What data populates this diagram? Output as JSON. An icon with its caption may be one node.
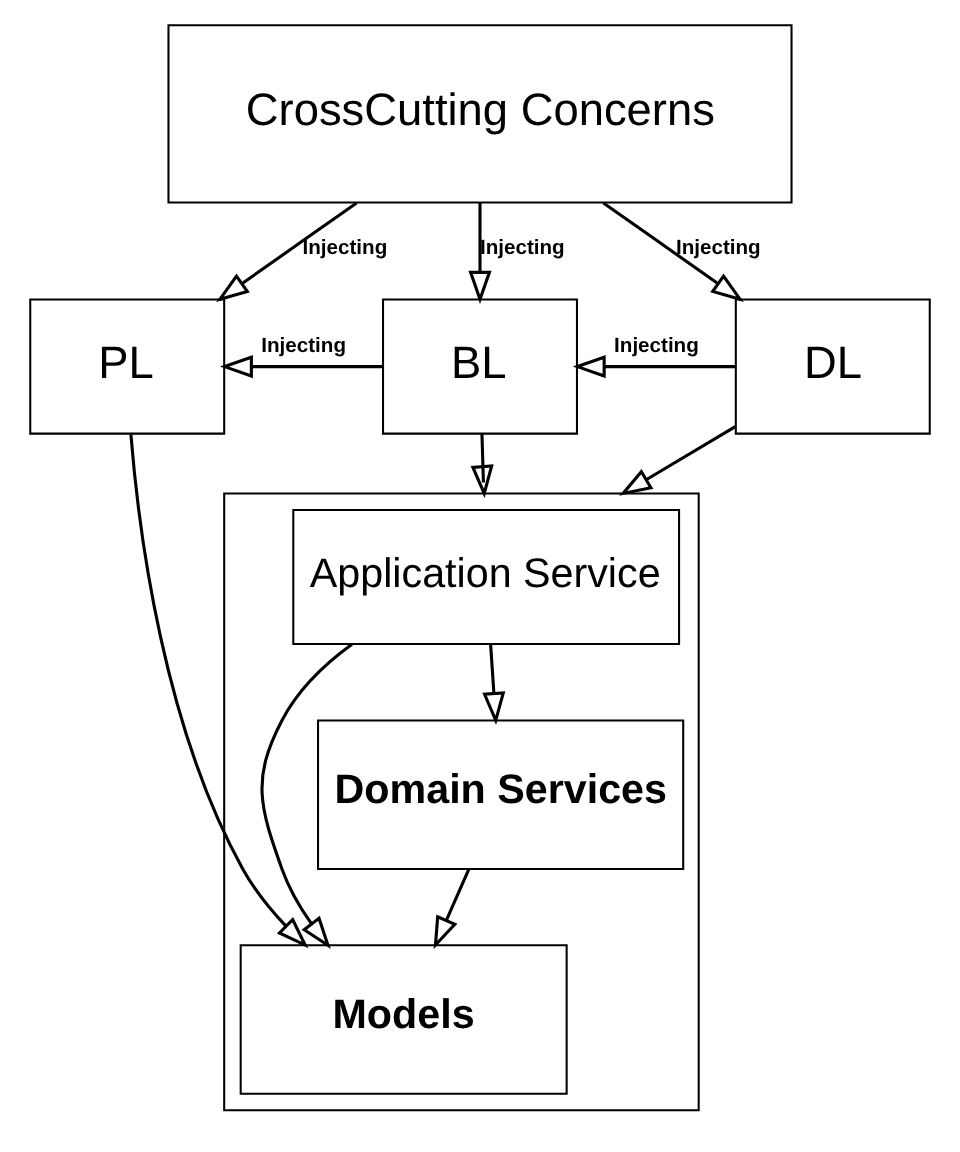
{
  "diagram": {
    "nodes": [
      {
        "text": [
          "CrossCutting Concerns"
        ]
      },
      {
        "text": [
          "PL"
        ]
      },
      {
        "text": [
          "BL"
        ]
      },
      {
        "text": [
          "DL"
        ]
      },
      {
        "text": [],
        "shape": "box"
      },
      {
        "text": [
          "Application Service"
        ],
        "in": 4
      },
      {
        "text": [
          "Models"
        ],
        "in": 4
      },
      {
        "text": [
          "Domain Services"
        ],
        "in": 4
      }
    ],
    "edges": [
      {
        "from": 0,
        "to": 1,
        "arrow": "to",
        "label": "Injecting"
      },
      {
        "from": 0,
        "to": 2,
        "arrow": "to",
        "label": "Injecting"
      },
      {
        "from": 0,
        "to": 3,
        "arrow": "to",
        "label": "Injecting"
      },
      {
        "from": 2,
        "to": 1,
        "arrow": "to",
        "label": "Injecting"
      },
      {
        "from": 3,
        "to": 2,
        "arrow": "to",
        "label": "Injecting"
      },
      {
        "from": 1,
        "to": 6,
        "arrow": "to"
      },
      {
        "from": 2,
        "to": 4,
        "arrow": "to"
      },
      {
        "from": 3,
        "to": 4,
        "arrow": "to"
      },
      {
        "from": 5,
        "to": 6,
        "arrow": "to"
      },
      {
        "from": 5,
        "to": 7,
        "arrow": "to"
      },
      {
        "from": 7,
        "to": 6,
        "arrow": "to"
      }
    ]
  }
}
